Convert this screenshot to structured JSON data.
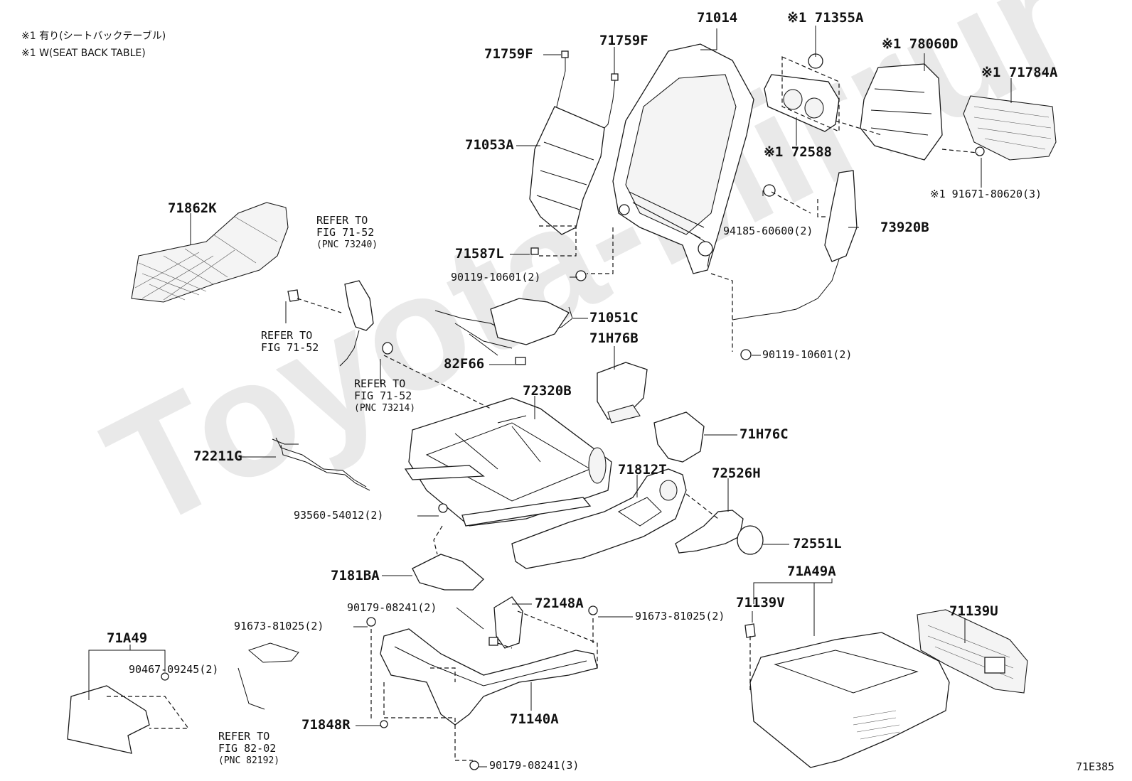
{
  "figure_code": "71E385",
  "notes": [
    "※1 有り(シートバックテーブル)",
    "※1 W(SEAT BACK TABLE)"
  ],
  "watermark": "Toyota-Mirrur",
  "parts": {
    "p71014": "71014",
    "p71355A": "※1 71355A",
    "p78060D": "※1 78060D",
    "p71784A": "※1 71784A",
    "p72588": "※1 72588",
    "p91671": "※1 91671-80620(3)",
    "p71759F_a": "71759F",
    "p71759F_b": "71759F",
    "p71053A": "71053A",
    "p71862K": "71862K",
    "p71587L": "71587L",
    "p90119_a": "90119-10601(2)",
    "p94185": "94185-60600(2)",
    "p73920B": "73920B",
    "p71051C": "71051C",
    "p71H76B": "71H76B",
    "p82F66": "82F66",
    "p90119_b": "90119-10601(2)",
    "p72320B": "72320B",
    "p72211G": "72211G",
    "p71H76C": "71H76C",
    "p71812T": "71812T",
    "p72526H": "72526H",
    "p93560": "93560-54012(2)",
    "p72551L": "72551L",
    "p7181BA": "7181BA",
    "p71A49A": "71A49A",
    "p72148A": "72148A",
    "p90179_a": "90179-08241(2)",
    "p91673_a": "91673-81025(2)",
    "p91673_b": "91673-81025(2)",
    "p71139V": "71139V",
    "p71139U": "71139U",
    "p71A49": "71A49",
    "p90467": "90467-09245(2)",
    "p71140A": "71140A",
    "p71848R": "71848R",
    "p90179_b": "90179-08241(3)"
  },
  "refs": {
    "r1": [
      "REFER TO",
      "FIG 71-52",
      "(PNC 73240)"
    ],
    "r2": [
      "REFER TO",
      "FIG 71-52"
    ],
    "r3": [
      "REFER TO",
      "FIG 71-52",
      "(PNC 73214)"
    ],
    "r4": [
      "REFER TO",
      "FIG 82-02",
      "(PNC 82192)"
    ]
  }
}
